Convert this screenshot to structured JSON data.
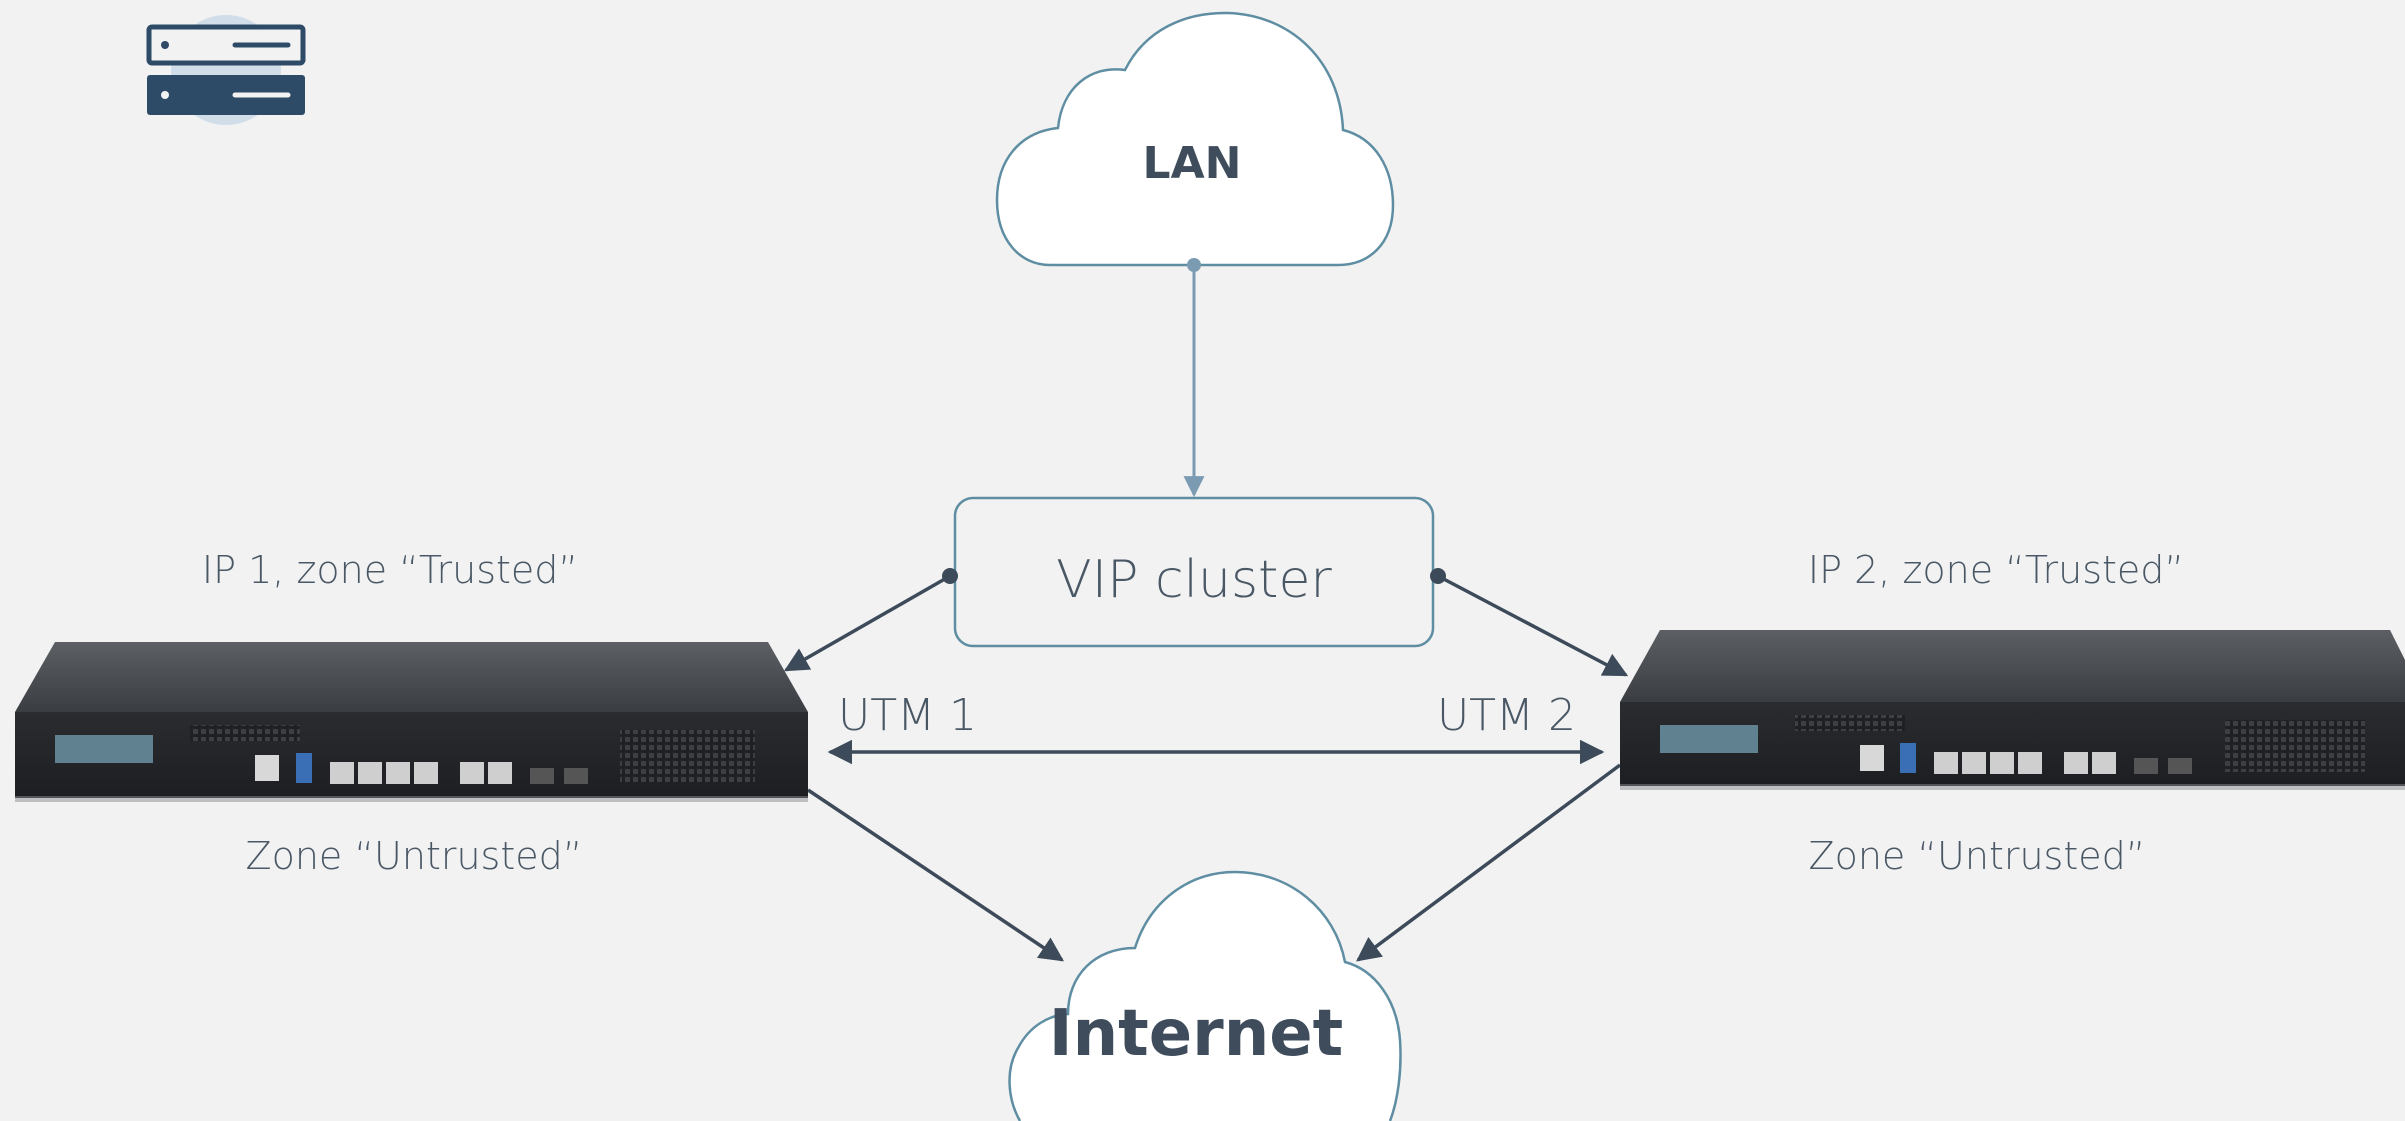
{
  "colors": {
    "background": "#f2f2f2",
    "outline": "#5f8ea3",
    "connector": "#3d4a5a",
    "lan_link": "#7a9bb2",
    "text": "#4a5866",
    "text_dark": "#3e4c5c",
    "icon_dark": "#2d4a66",
    "icon_glow": "#c5d7e6"
  },
  "icons": {
    "server": "server-stack-icon"
  },
  "nodes": {
    "lan": {
      "label": "LAN"
    },
    "internet": {
      "label": "Internet"
    },
    "vip": {
      "label": "VIP cluster"
    },
    "utm1": {
      "name": "UTM 1",
      "trusted_label": "IP 1, zone “Trusted”",
      "untrusted_label": "Zone “Untrusted”"
    },
    "utm2": {
      "name": "UTM 2",
      "trusted_label": "IP 2, zone “Trusted”",
      "untrusted_label": "Zone “Untrusted”"
    }
  }
}
